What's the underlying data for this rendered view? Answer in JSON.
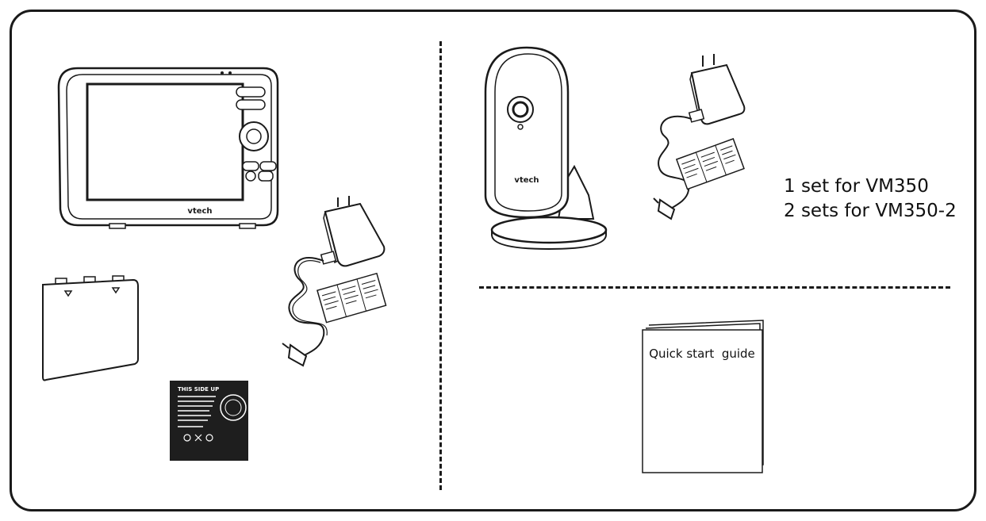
{
  "monitor": {
    "logo": "vtech"
  },
  "camera": {
    "logo": "vtech"
  },
  "battery": {
    "heading": "THIS SIDE UP"
  },
  "camera_sets": {
    "line1": "1 set for VM350",
    "line2": "2 sets for VM350-2"
  },
  "quick_start_guide": {
    "title": "Quick start  guide"
  },
  "colors": {
    "ink": "#1a1a1a",
    "battery_fill": "#1e1e1e",
    "paper": "#ffffff"
  }
}
